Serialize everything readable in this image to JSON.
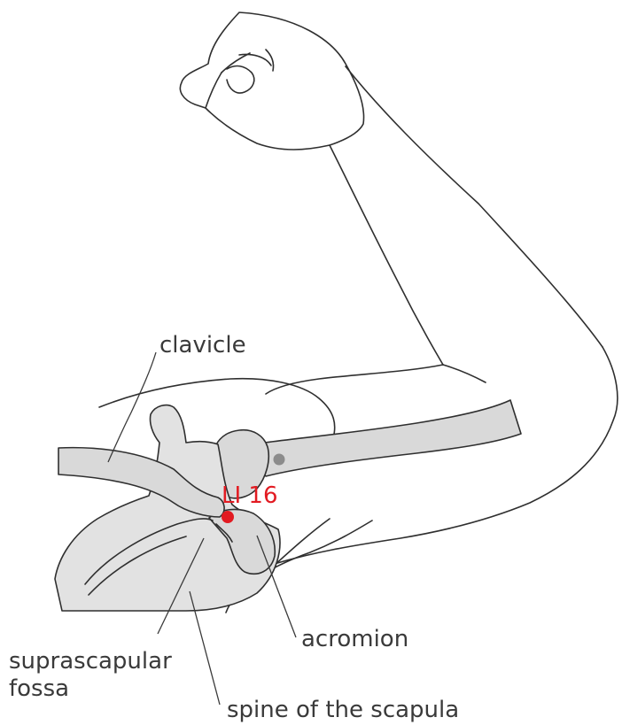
{
  "labels": {
    "clavicle": "clavicle",
    "point": "LI 16",
    "acromion": "acromion",
    "suprascapular_line1": "suprascapular",
    "suprascapular_line2": "fossa",
    "spine": "spine of the scapula"
  },
  "colors": {
    "acupoint": "#e21b22",
    "secondary_point": "#8c8c8c",
    "bone_fill": "#d9d9d9"
  }
}
